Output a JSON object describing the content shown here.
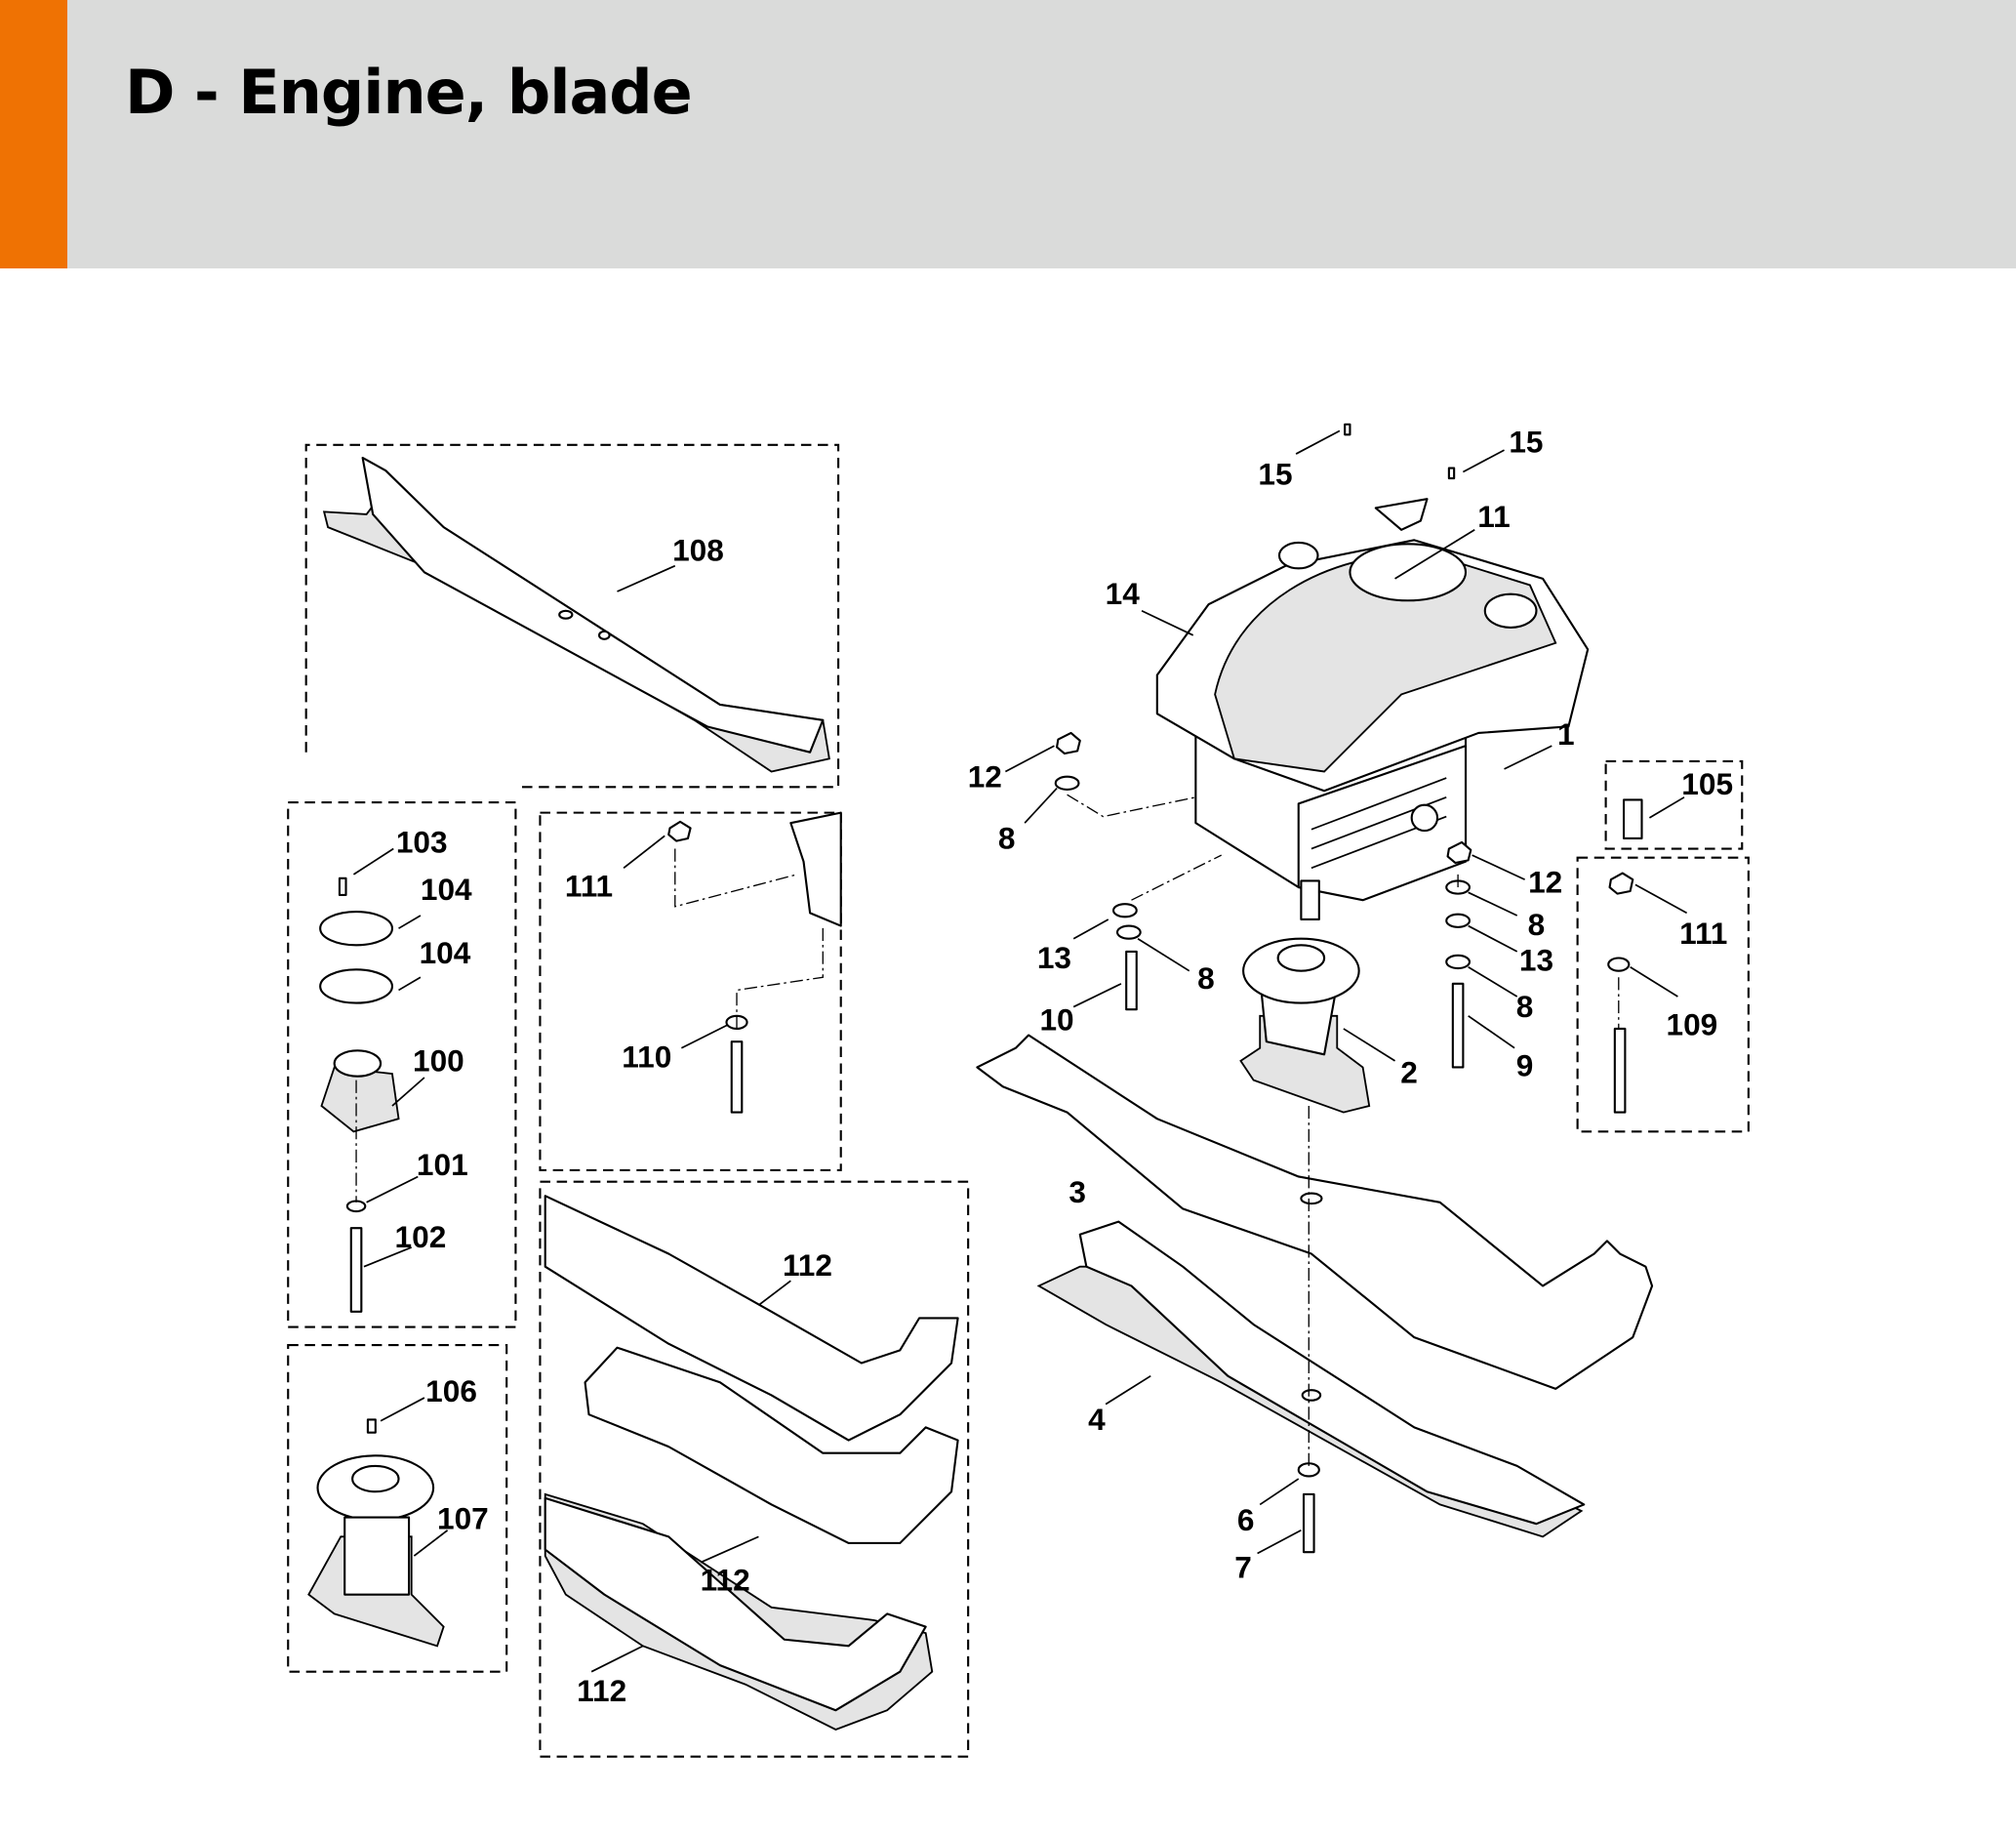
{
  "header": {
    "title": "D - Engine, blade",
    "accent_color": "#ef7203",
    "background_color": "#dadbda"
  },
  "diagram": {
    "callouts": [
      "15",
      "15",
      "11",
      "14",
      "1",
      "12",
      "8",
      "105",
      "12",
      "111",
      "8",
      "13",
      "13",
      "8",
      "10",
      "8",
      "109",
      "9",
      "2",
      "3",
      "4",
      "6",
      "7",
      "108",
      "103",
      "104",
      "104",
      "100",
      "101",
      "102",
      "106",
      "107",
      "111",
      "110",
      "112",
      "112",
      "112"
    ]
  }
}
